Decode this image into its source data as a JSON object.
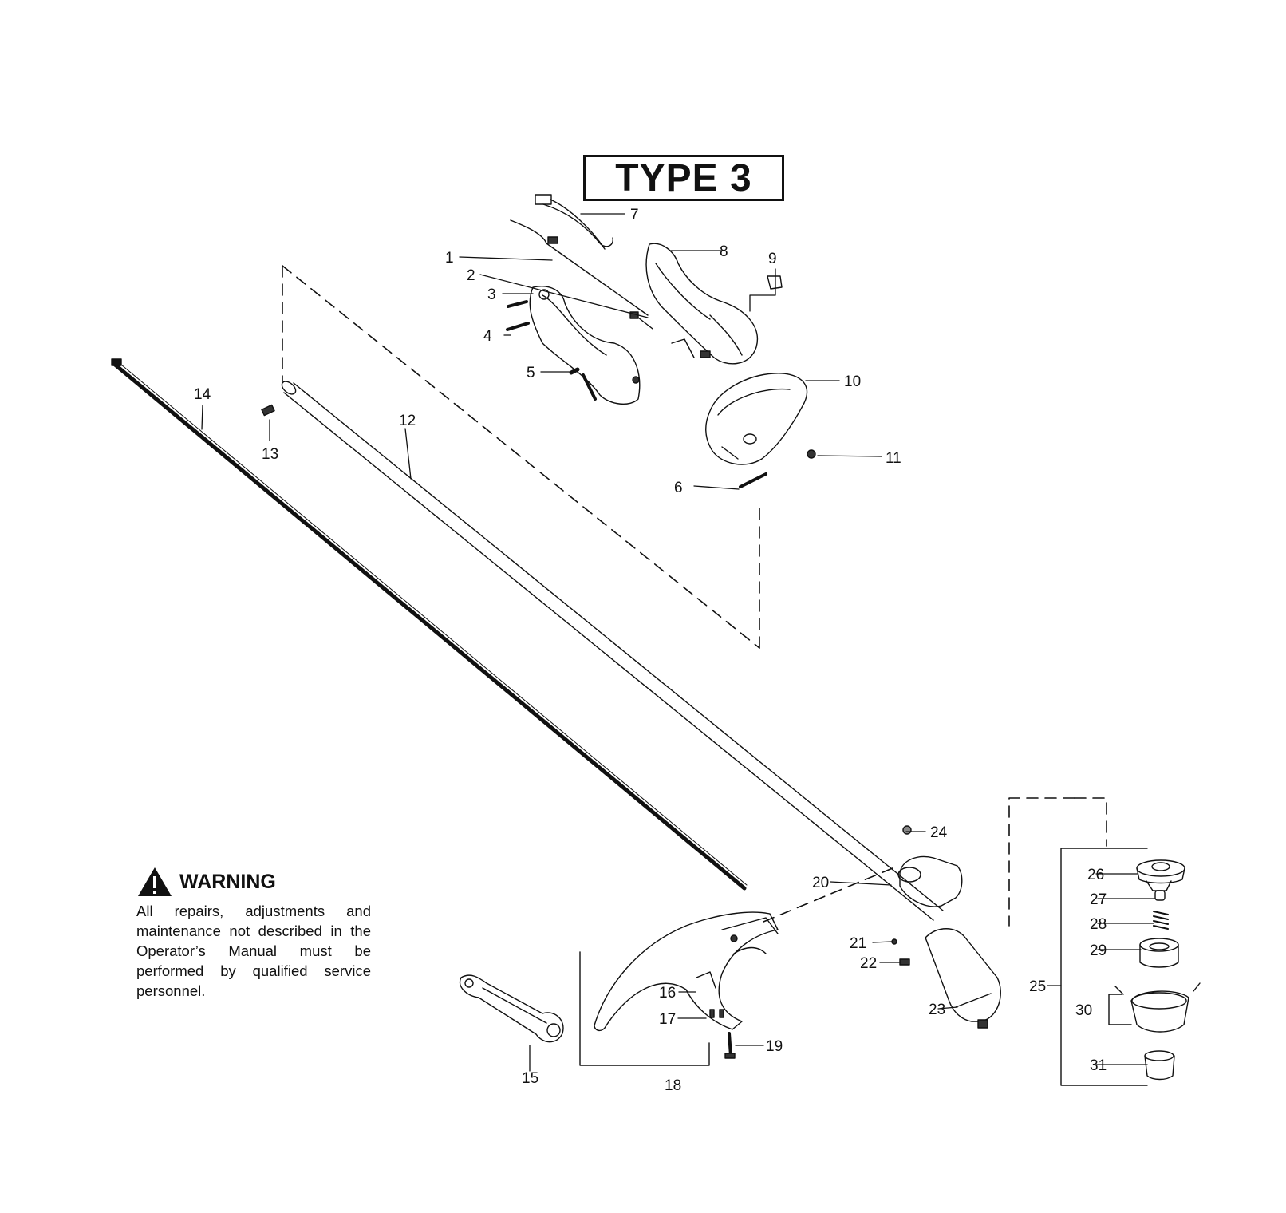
{
  "title": "TYPE 3",
  "warning": {
    "heading": "WARNING",
    "body": "All repairs, adjustments and maintenance not described in the Operator’s Manual must be performed by qualified service personnel."
  },
  "icons": {
    "warning": "warning-triangle-icon"
  },
  "part_labels": {
    "p1": "1",
    "p2": "2",
    "p3": "3",
    "p4": "4",
    "p5": "5",
    "p6": "6",
    "p7": "7",
    "p8": "8",
    "p9": "9",
    "p10": "10",
    "p11": "11",
    "p12": "12",
    "p13": "13",
    "p14": "14",
    "p15": "15",
    "p16": "16",
    "p17": "17",
    "p18": "18",
    "p19": "19",
    "p20": "20",
    "p21": "21",
    "p22": "22",
    "p23": "23",
    "p24": "24",
    "p25": "25",
    "p26": "26",
    "p27": "27",
    "p28": "28",
    "p29": "29",
    "p30": "30",
    "p31": "31"
  }
}
